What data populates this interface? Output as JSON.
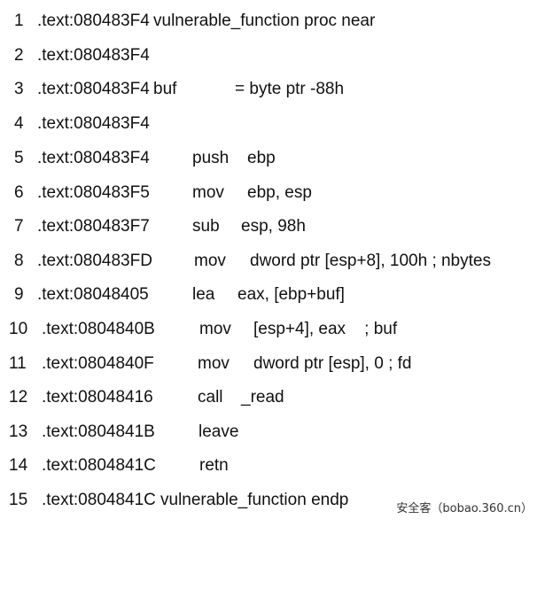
{
  "lines": [
    {
      "num": "1",
      "addr": ".text:080483F4",
      "rest": "vulnerable_function proc near"
    },
    {
      "num": "2",
      "addr": ".text:080483F4"
    },
    {
      "num": "3",
      "addr": ".text:080483F4",
      "rest": "buf",
      "ops": "= byte ptr -88h"
    },
    {
      "num": "4",
      "addr": ".text:080483F4"
    },
    {
      "num": "5",
      "addr": ".text:080483F4",
      "mnem": "push",
      "ops": "ebp"
    },
    {
      "num": "6",
      "addr": ".text:080483F5",
      "mnem": "mov",
      "ops": "ebp, esp"
    },
    {
      "num": "7",
      "addr": ".text:080483F7",
      "mnem": "sub",
      "ops": "esp, 98h"
    },
    {
      "num": "8",
      "addr": ".text:080483FD",
      "mnem": "mov",
      "ops": "dword ptr [esp+8], 100h ; nbytes"
    },
    {
      "num": "9",
      "addr": ".text:08048405",
      "mnem": "lea",
      "ops": "eax, [ebp+buf]"
    },
    {
      "num": "10",
      "addr": ".text:0804840B",
      "mnem": "mov",
      "ops": "[esp+4], eax    ; buf"
    },
    {
      "num": "11",
      "addr": ".text:0804840F",
      "mnem": "mov",
      "ops": "dword ptr [esp], 0 ; fd"
    },
    {
      "num": "12",
      "addr": ".text:08048416",
      "mnem": "call",
      "ops": "_read"
    },
    {
      "num": "13",
      "addr": ".text:0804841B",
      "mnem": "leave"
    },
    {
      "num": "14",
      "addr": ".text:0804841C",
      "mnem": "retn"
    },
    {
      "num": "15",
      "addr": ".text:0804841C",
      "rest": "vulnerable_function endp"
    }
  ],
  "watermark": "安全客（bobao.360.cn）"
}
